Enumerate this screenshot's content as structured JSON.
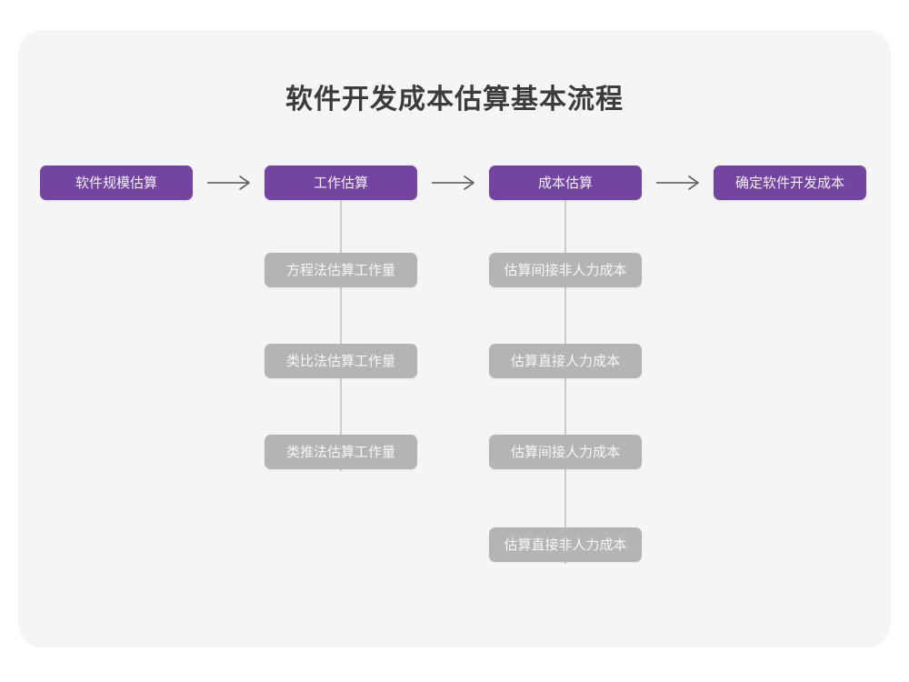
{
  "diagram": {
    "title": "软件开发成本估算基本流程",
    "colors": {
      "card_background": "#f5f5f5",
      "page_background": "#ffffff",
      "primary_node": "#7344a0",
      "secondary_node": "#b4b4b4",
      "connector_line": "#cccccc",
      "arrow": "#555555",
      "title_text": "#3c3c3c",
      "node_text": "#f5f5f5"
    },
    "main_flow": {
      "steps": [
        {
          "id": "step-1",
          "label": "软件规模估算"
        },
        {
          "id": "step-2",
          "label": "工作估算"
        },
        {
          "id": "step-3",
          "label": "成本估算"
        },
        {
          "id": "step-4",
          "label": "确定软件开发成本"
        }
      ],
      "arrows": [
        {
          "id": "arrow-1",
          "glyph": "arrow-right-icon"
        },
        {
          "id": "arrow-2",
          "glyph": "arrow-right-icon"
        },
        {
          "id": "arrow-3",
          "glyph": "arrow-right-icon"
        }
      ]
    },
    "branches": [
      {
        "parent": "工作估算",
        "items": [
          {
            "label": "方程法估算工作量"
          },
          {
            "label": "类比法估算工作量"
          },
          {
            "label": "类推法估算工作量"
          }
        ]
      },
      {
        "parent": "成本估算",
        "items": [
          {
            "label": "估算间接非人力成本"
          },
          {
            "label": "估算直接人力成本"
          },
          {
            "label": "估算间接人力成本"
          },
          {
            "label": "估算直接非人力成本"
          }
        ]
      }
    ]
  }
}
